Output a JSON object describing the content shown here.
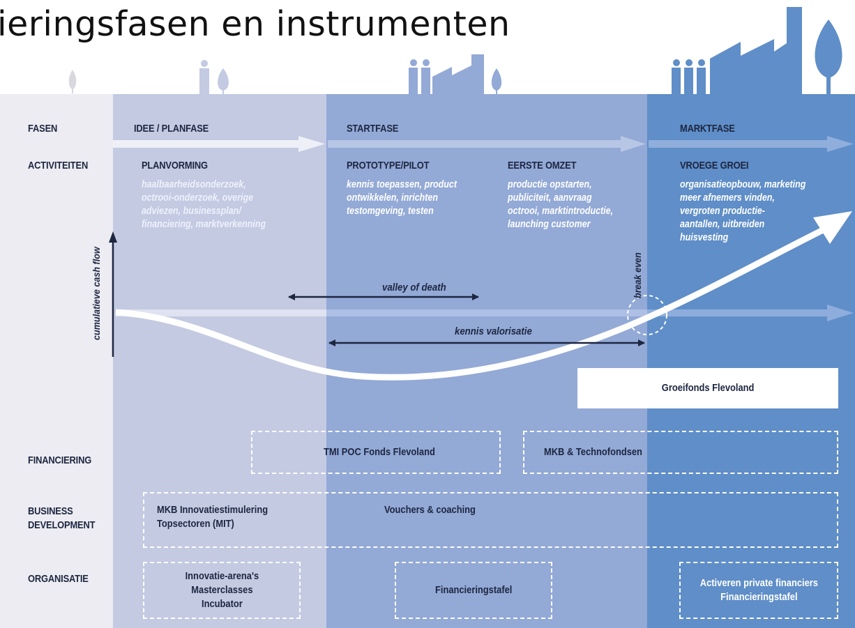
{
  "title": "ieringsfasen en instrumenten",
  "colors": {
    "label_band": "#ececf2",
    "idee_band": "#c3cae2",
    "start_band": "#93a9d6",
    "markt_band": "#5f8ec8",
    "text_dark": "#1d2640",
    "text_light": "#ffffff"
  },
  "rows": {
    "fasen": "FASEN",
    "activiteiten": "ACTIVITEITEN",
    "financiering": "FINANCIERING",
    "business_development": "BUSINESS\nDEVELOPMENT",
    "organisatie": "ORGANISATIE"
  },
  "phases": {
    "idee": "IDEE / PLANFASE",
    "start": "STARTFASE",
    "markt": "MARKTFASE"
  },
  "activities": {
    "planvorming": {
      "title": "PLANVORMING",
      "text": "haalbaarheidsonderzoek,\noctrooi-onderzoek, overige\nadviezen, businessplan/\nfinanciering, marktverkenning"
    },
    "prototype": {
      "title": "PROTOTYPE/PILOT",
      "text": "kennis toepassen, product\nontwikkelen, inrichten\ntestomgeving, testen"
    },
    "eerste_omzet": {
      "title": "EERSTE OMZET",
      "text": "productie opstarten,\npubliciteit, aanvraag\noctrooi, marktintroductie,\nlaunching customer"
    },
    "vroege_groei": {
      "title": "VROEGE GROEI",
      "text": "organisatieopbouw, marketing\nmeer afnemers vinden,\nvergroten productie-\naantallen, uitbreiden\nhuisvesting"
    }
  },
  "annotations": {
    "cash_flow": "cumulatieve cash flow",
    "valley": "valley of death",
    "break_even": "break even",
    "kennis": "kennis valorisatie"
  },
  "instruments": {
    "groeifonds": "Groeifonds Flevoland",
    "tmi": "TMI POC Fonds Flevoland",
    "mkb_techno": "MKB & Technofondsen",
    "mit": "MKB Innovatiestimulering\nTopsectoren (MIT)",
    "vouchers": "Vouchers & coaching",
    "innovatie": "Innovatie-arena's\nMasterclasses\nIncubator",
    "financieringstafel": "Financieringstafel",
    "private": "Activeren private financiers\nFinancieringstafel"
  },
  "icons": [
    "small-tree-icon",
    "person-tree-icon",
    "people-factory-icon",
    "people-large-factory-icon"
  ]
}
